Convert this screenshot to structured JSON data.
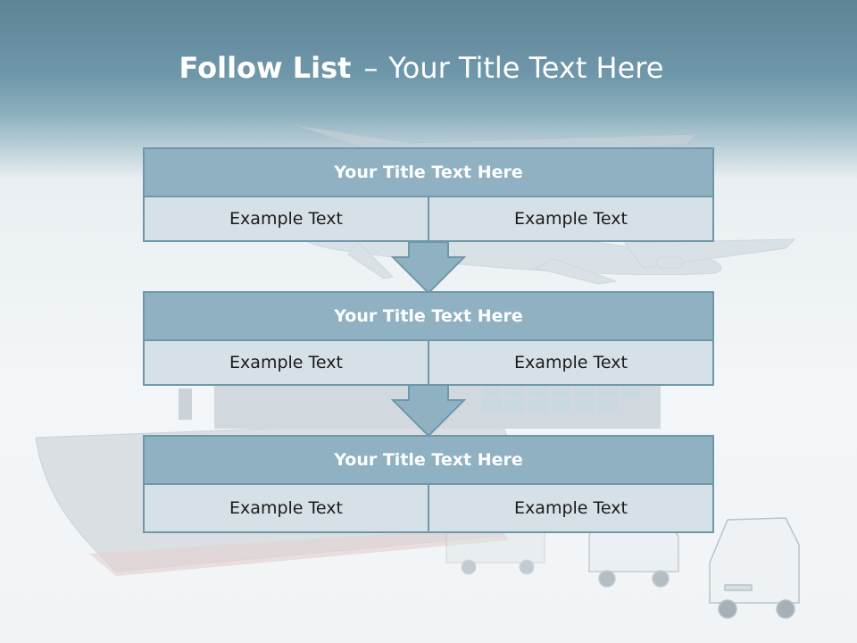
{
  "title": {
    "bold": "Follow List",
    "separator": "–",
    "rest": "Your Title Text Here"
  },
  "steps": [
    {
      "title": "Your Title Text Here",
      "left": "Example Text",
      "right": "Example Text"
    },
    {
      "title": "Your Title Text Here",
      "left": "Example Text",
      "right": "Example Text"
    },
    {
      "title": "Your Title Text Here",
      "left": "Example Text",
      "right": "Example Text"
    }
  ],
  "colors": {
    "header_band": "#6f98aa",
    "block_title_fill": "#8fb1c1",
    "block_border": "#6e97aa",
    "cell_fill": "#d6e1e7",
    "arrow_fill": "#8fb1c1"
  },
  "background_image": "faded airplane, container ship and delivery vans"
}
